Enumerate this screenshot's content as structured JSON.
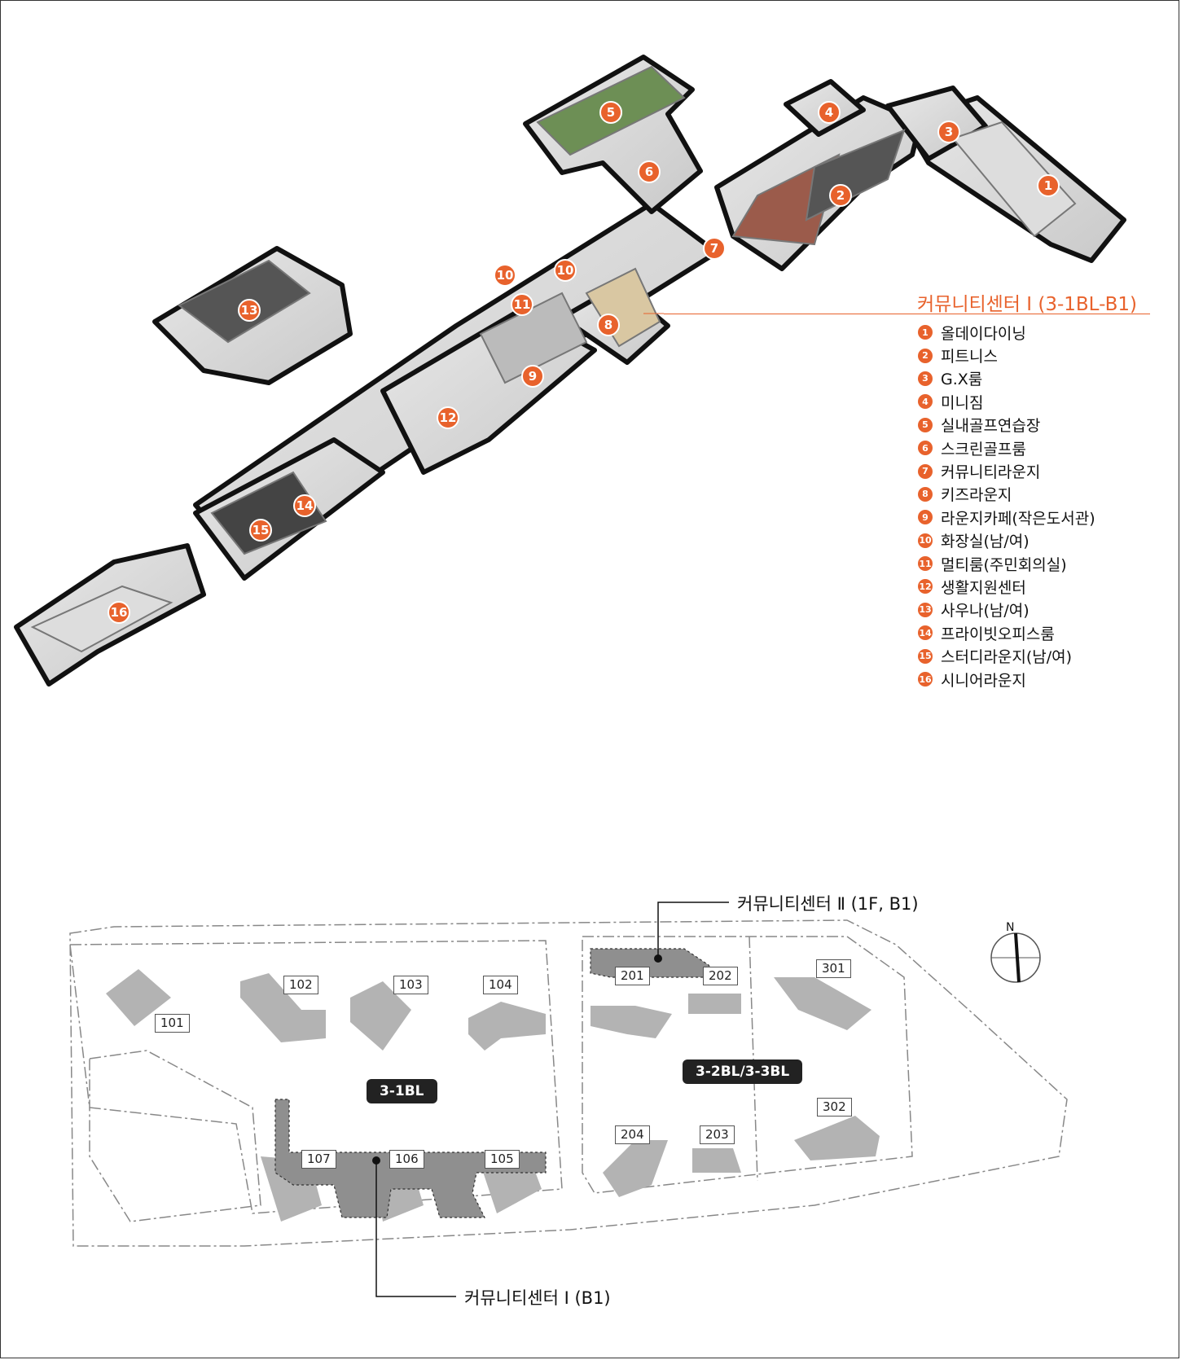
{
  "legend": {
    "title": "커뮤니티센터 Ⅰ (3-1BL-B1)",
    "items": [
      {
        "num": "1",
        "label": "올데이다이닝"
      },
      {
        "num": "2",
        "label": "피트니스"
      },
      {
        "num": "3",
        "label": "G.X룸"
      },
      {
        "num": "4",
        "label": "미니짐"
      },
      {
        "num": "5",
        "label": "실내골프연습장"
      },
      {
        "num": "6",
        "label": "스크린골프룸"
      },
      {
        "num": "7",
        "label": "커뮤니티라운지"
      },
      {
        "num": "8",
        "label": "키즈라운지"
      },
      {
        "num": "9",
        "label": "라운지카페(작은도서관)"
      },
      {
        "num": "10",
        "label": "화장실(남/여)"
      },
      {
        "num": "11",
        "label": "멀티룸(주민회의실)"
      },
      {
        "num": "12",
        "label": "생활지원센터"
      },
      {
        "num": "13",
        "label": "사우나(남/여)"
      },
      {
        "num": "14",
        "label": "프라이빗오피스룸"
      },
      {
        "num": "15",
        "label": "스터디라운지(남/여)"
      },
      {
        "num": "16",
        "label": "시니어라운지"
      }
    ]
  },
  "floorplan_markers": [
    "1",
    "2",
    "3",
    "4",
    "5",
    "6",
    "7",
    "8",
    "9",
    "10",
    "10",
    "11",
    "12",
    "13",
    "14",
    "15",
    "16"
  ],
  "siteplan": {
    "callout_top": "커뮤니티센터 Ⅱ (1F, B1)",
    "callout_bottom": "커뮤니티센터 Ⅰ (B1)",
    "block_a": "3-1BL",
    "block_b": "3-2BL/3-3BL",
    "compass": "N",
    "buildings": [
      "101",
      "102",
      "103",
      "104",
      "105",
      "106",
      "107",
      "201",
      "202",
      "203",
      "204",
      "301",
      "302"
    ]
  },
  "colors": {
    "accent": "#e8622c",
    "building": "#b3b3b3",
    "community": "#8f8f8f"
  }
}
